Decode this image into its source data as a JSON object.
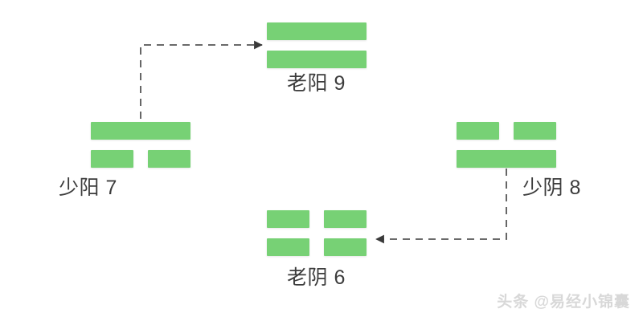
{
  "diagram": {
    "title": "",
    "accent_color": "#77d175",
    "label_color": "#3c3c3c",
    "arrow_color": "#555555",
    "background_color": "#ffffff",
    "nodes": [
      {
        "id": "laoyang",
        "label": "老阳 9",
        "name": "老阳",
        "number": "9",
        "lines": [
          "solid",
          "solid"
        ]
      },
      {
        "id": "shaoyang",
        "label": "少阳 7",
        "name": "少阳",
        "number": "7",
        "lines": [
          "solid",
          "broken"
        ]
      },
      {
        "id": "shaoyin",
        "label": "少阴 8",
        "name": "少阴",
        "number": "8",
        "lines": [
          "broken",
          "solid"
        ]
      },
      {
        "id": "laoyin",
        "label": "老阴 6",
        "name": "老阴",
        "number": "6",
        "lines": [
          "broken",
          "broken"
        ]
      }
    ],
    "arrows": [
      {
        "id": "shaoyang-to-laoyang",
        "from": "少阳 7",
        "to": "老阳 9",
        "style": "dashed"
      },
      {
        "id": "shaoyin-to-laoyin",
        "from": "少阴 8",
        "to": "老阴 6",
        "style": "dashed"
      }
    ]
  },
  "watermark": {
    "text": "头条 @易经小锦囊"
  }
}
